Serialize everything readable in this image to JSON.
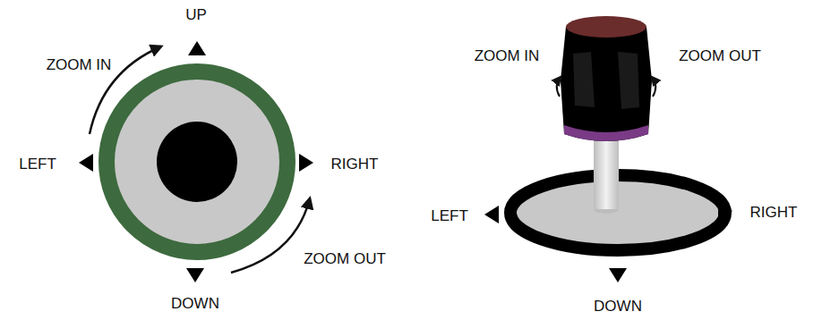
{
  "diagram": {
    "labels": [
      "UP",
      "ZOOM IN",
      "LEFT",
      "RIGHT",
      "ZOOM OUT",
      "DOWN",
      "ZOOM IN",
      "ZOOM OUT",
      "LEFT",
      "RIGHT",
      "DOWN"
    ]
  }
}
